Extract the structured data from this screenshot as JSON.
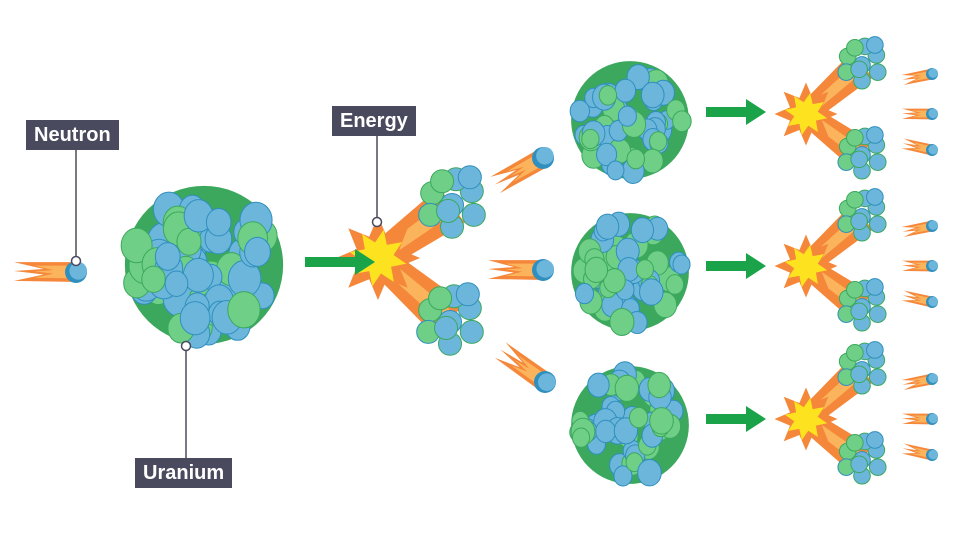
{
  "labels": {
    "neutron": "Neutron",
    "uranium": "Uranium",
    "energy": "Energy"
  },
  "colors": {
    "background": "#ffffff",
    "nucleus_blue": "#6cb6dc",
    "nucleus_blue_dark": "#2f8fbe",
    "nucleus_green": "#6fcf86",
    "nucleus_green_dark": "#3ba85d",
    "arrow_green": "#1ba34a",
    "flame_orange": "#f5873a",
    "flame_light": "#fbb45c",
    "burst_yellow": "#fde21f",
    "label_bg": "#4a4a5e",
    "label_text": "#ffffff",
    "leader_line": "#4a4a5e"
  },
  "icons": [
    "neutron-icon",
    "uranium-nucleus-icon",
    "fission-burst-icon",
    "fragment-nucleus-icon",
    "reaction-arrow-icon"
  ]
}
